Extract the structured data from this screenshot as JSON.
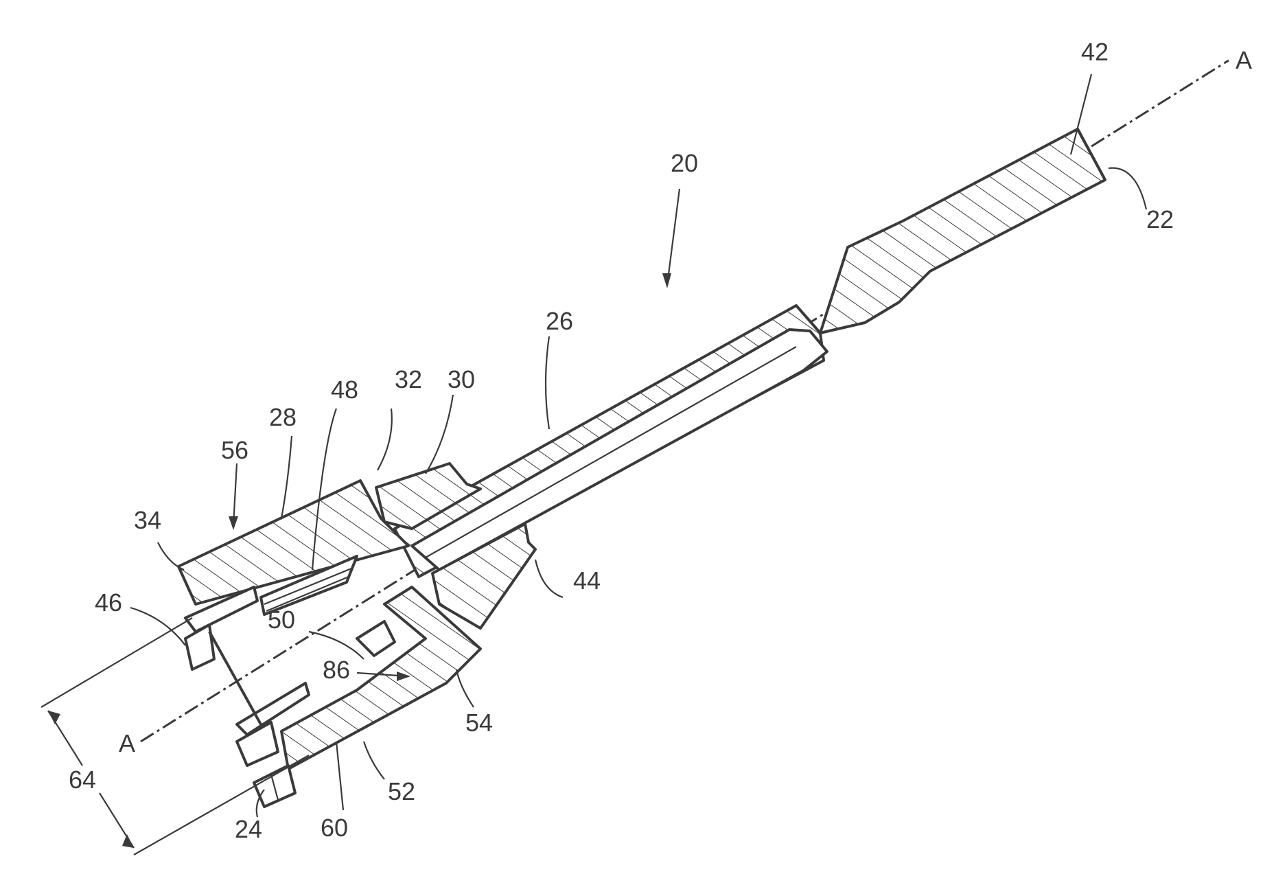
{
  "figure": {
    "labels": {
      "l20": "20",
      "l42": "42",
      "lA_top": "A",
      "l22": "22",
      "l26": "26",
      "l32": "32",
      "l30": "30",
      "l48": "48",
      "l28": "28",
      "l56": "56",
      "l34": "34",
      "l44": "44",
      "l46": "46",
      "l50": "50",
      "l86": "86",
      "l54": "54",
      "l64": "64",
      "lA_bottom": "A",
      "l52": "52",
      "l24": "24",
      "l60": "60"
    }
  }
}
